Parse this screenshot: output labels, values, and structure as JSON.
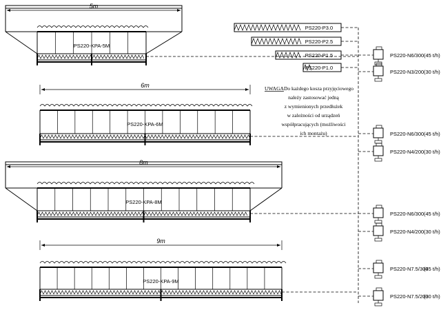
{
  "bins": [
    {
      "length": "5m",
      "model": "PS220-KPA-5M"
    },
    {
      "length": "6m",
      "model": "PS220-KPA-6M"
    },
    {
      "length": "8m",
      "model": "PS220-KPA-8M"
    },
    {
      "length": "9m",
      "model": "PS220-KPA-9M"
    }
  ],
  "extensions": [
    "PS220-P3.0",
    "PS220-P2.5",
    "PS220-P1.5",
    "PS220-P1.0"
  ],
  "drives": [
    {
      "model": "PS220-N6/300",
      "capacity": "(45 t/h)"
    },
    {
      "model": "PS220-N3/200",
      "capacity": "(30 t/h)"
    },
    {
      "model": "PS220-N6/300",
      "capacity": "(45 t/h)"
    },
    {
      "model": "PS220-N4/200",
      "capacity": "(30 t/h)"
    },
    {
      "model": "PS220-N6/300",
      "capacity": "(45 t/h)"
    },
    {
      "model": "PS220-N4/200",
      "capacity": "(30 t/h)"
    },
    {
      "model": "PS220-N7.5/300",
      "capacity": "(45 t/h)"
    },
    {
      "model": "PS220-N7.5/200",
      "capacity": "(30 t/h)"
    }
  ],
  "note": {
    "heading": "UWAGA",
    "lines": [
      "Do każdego kosza przyjęciowego",
      "należy zastosować jedną",
      "z wymienionych przedłużek",
      "w zależności od urządzeń",
      "współpracujących (możliwości",
      "ich montażu)"
    ]
  }
}
